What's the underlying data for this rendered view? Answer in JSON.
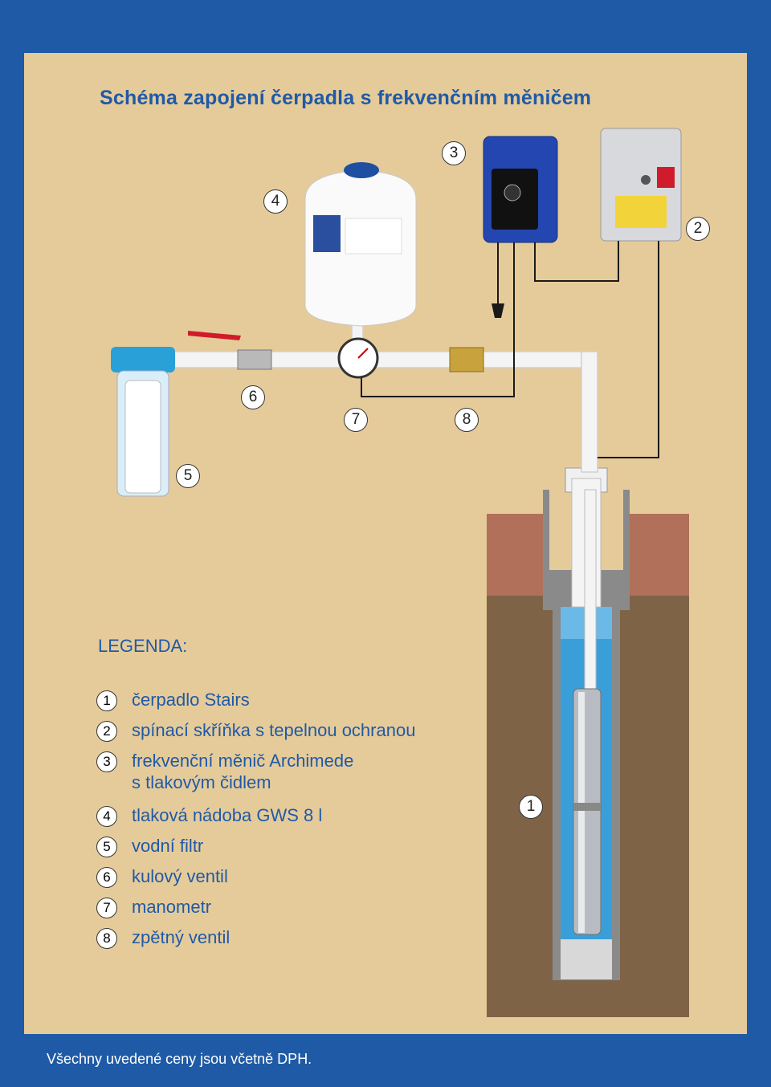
{
  "title": "Schéma zapojení čerpadla s frekvenčním měničem",
  "legend_title": "LEGENDA:",
  "legend": [
    {
      "num": "1",
      "text": "čerpadlo Stairs"
    },
    {
      "num": "2",
      "text": "spínací skříňka s tepelnou ochranou"
    },
    {
      "num": "3",
      "text": "frekvenční měnič Archimede",
      "text2": "s tlakovým čidlem"
    },
    {
      "num": "4",
      "text": "tlaková nádoba GWS 8 l"
    },
    {
      "num": "5",
      "text": "vodní filtr"
    },
    {
      "num": "6",
      "text": "kulový ventil"
    },
    {
      "num": "7",
      "text": "manometr"
    },
    {
      "num": "8",
      "text": "zpětný ventil"
    }
  ],
  "callouts": [
    "1",
    "2",
    "3",
    "4",
    "5",
    "6",
    "7",
    "8"
  ],
  "footer": "Všechny uvedené ceny jsou včetně DPH.",
  "colors": {
    "frame": "#1f5aa6",
    "panel": "#e6cb9a",
    "text_blue": "#1f5aa6",
    "soil_top": "#b0705a",
    "soil": "#7f6347",
    "water": "#3a9fd8",
    "pipe": "#f4f4f4"
  }
}
